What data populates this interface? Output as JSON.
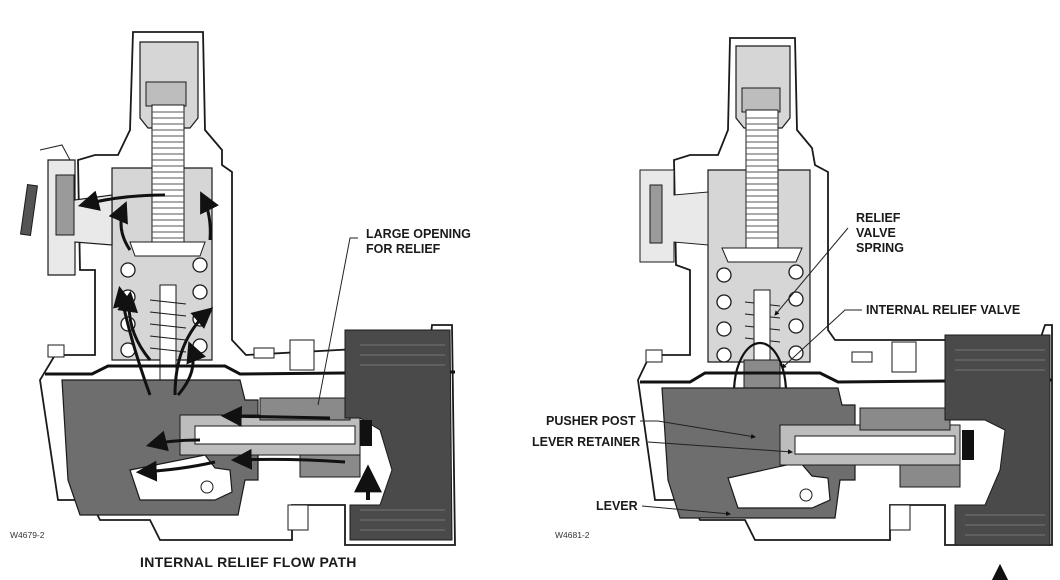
{
  "left_diagram": {
    "code": "W4679-2",
    "caption": "INTERNAL RELIEF FLOW PATH",
    "callouts": {
      "large_opening_line1": "LARGE OPENING",
      "large_opening_line2": "FOR RELIEF"
    }
  },
  "right_diagram": {
    "code": "W4681-2",
    "callouts": {
      "relief_valve_spring_line1": "RELIEF",
      "relief_valve_spring_line2": "VALVE",
      "relief_valve_spring_line3": "SPRING",
      "internal_relief_valve": "INTERNAL RELIEF VALVE",
      "pusher_post": "PUSHER POST",
      "lever_retainer": "LEVER RETAINER",
      "lever": "LEVER"
    }
  },
  "colors": {
    "body_light": "#d6d6d6",
    "body_dark": "#6e6e6e",
    "outlet_dark": "#4a4a4a",
    "line": "#1a1a1a",
    "background": "#ffffff"
  }
}
